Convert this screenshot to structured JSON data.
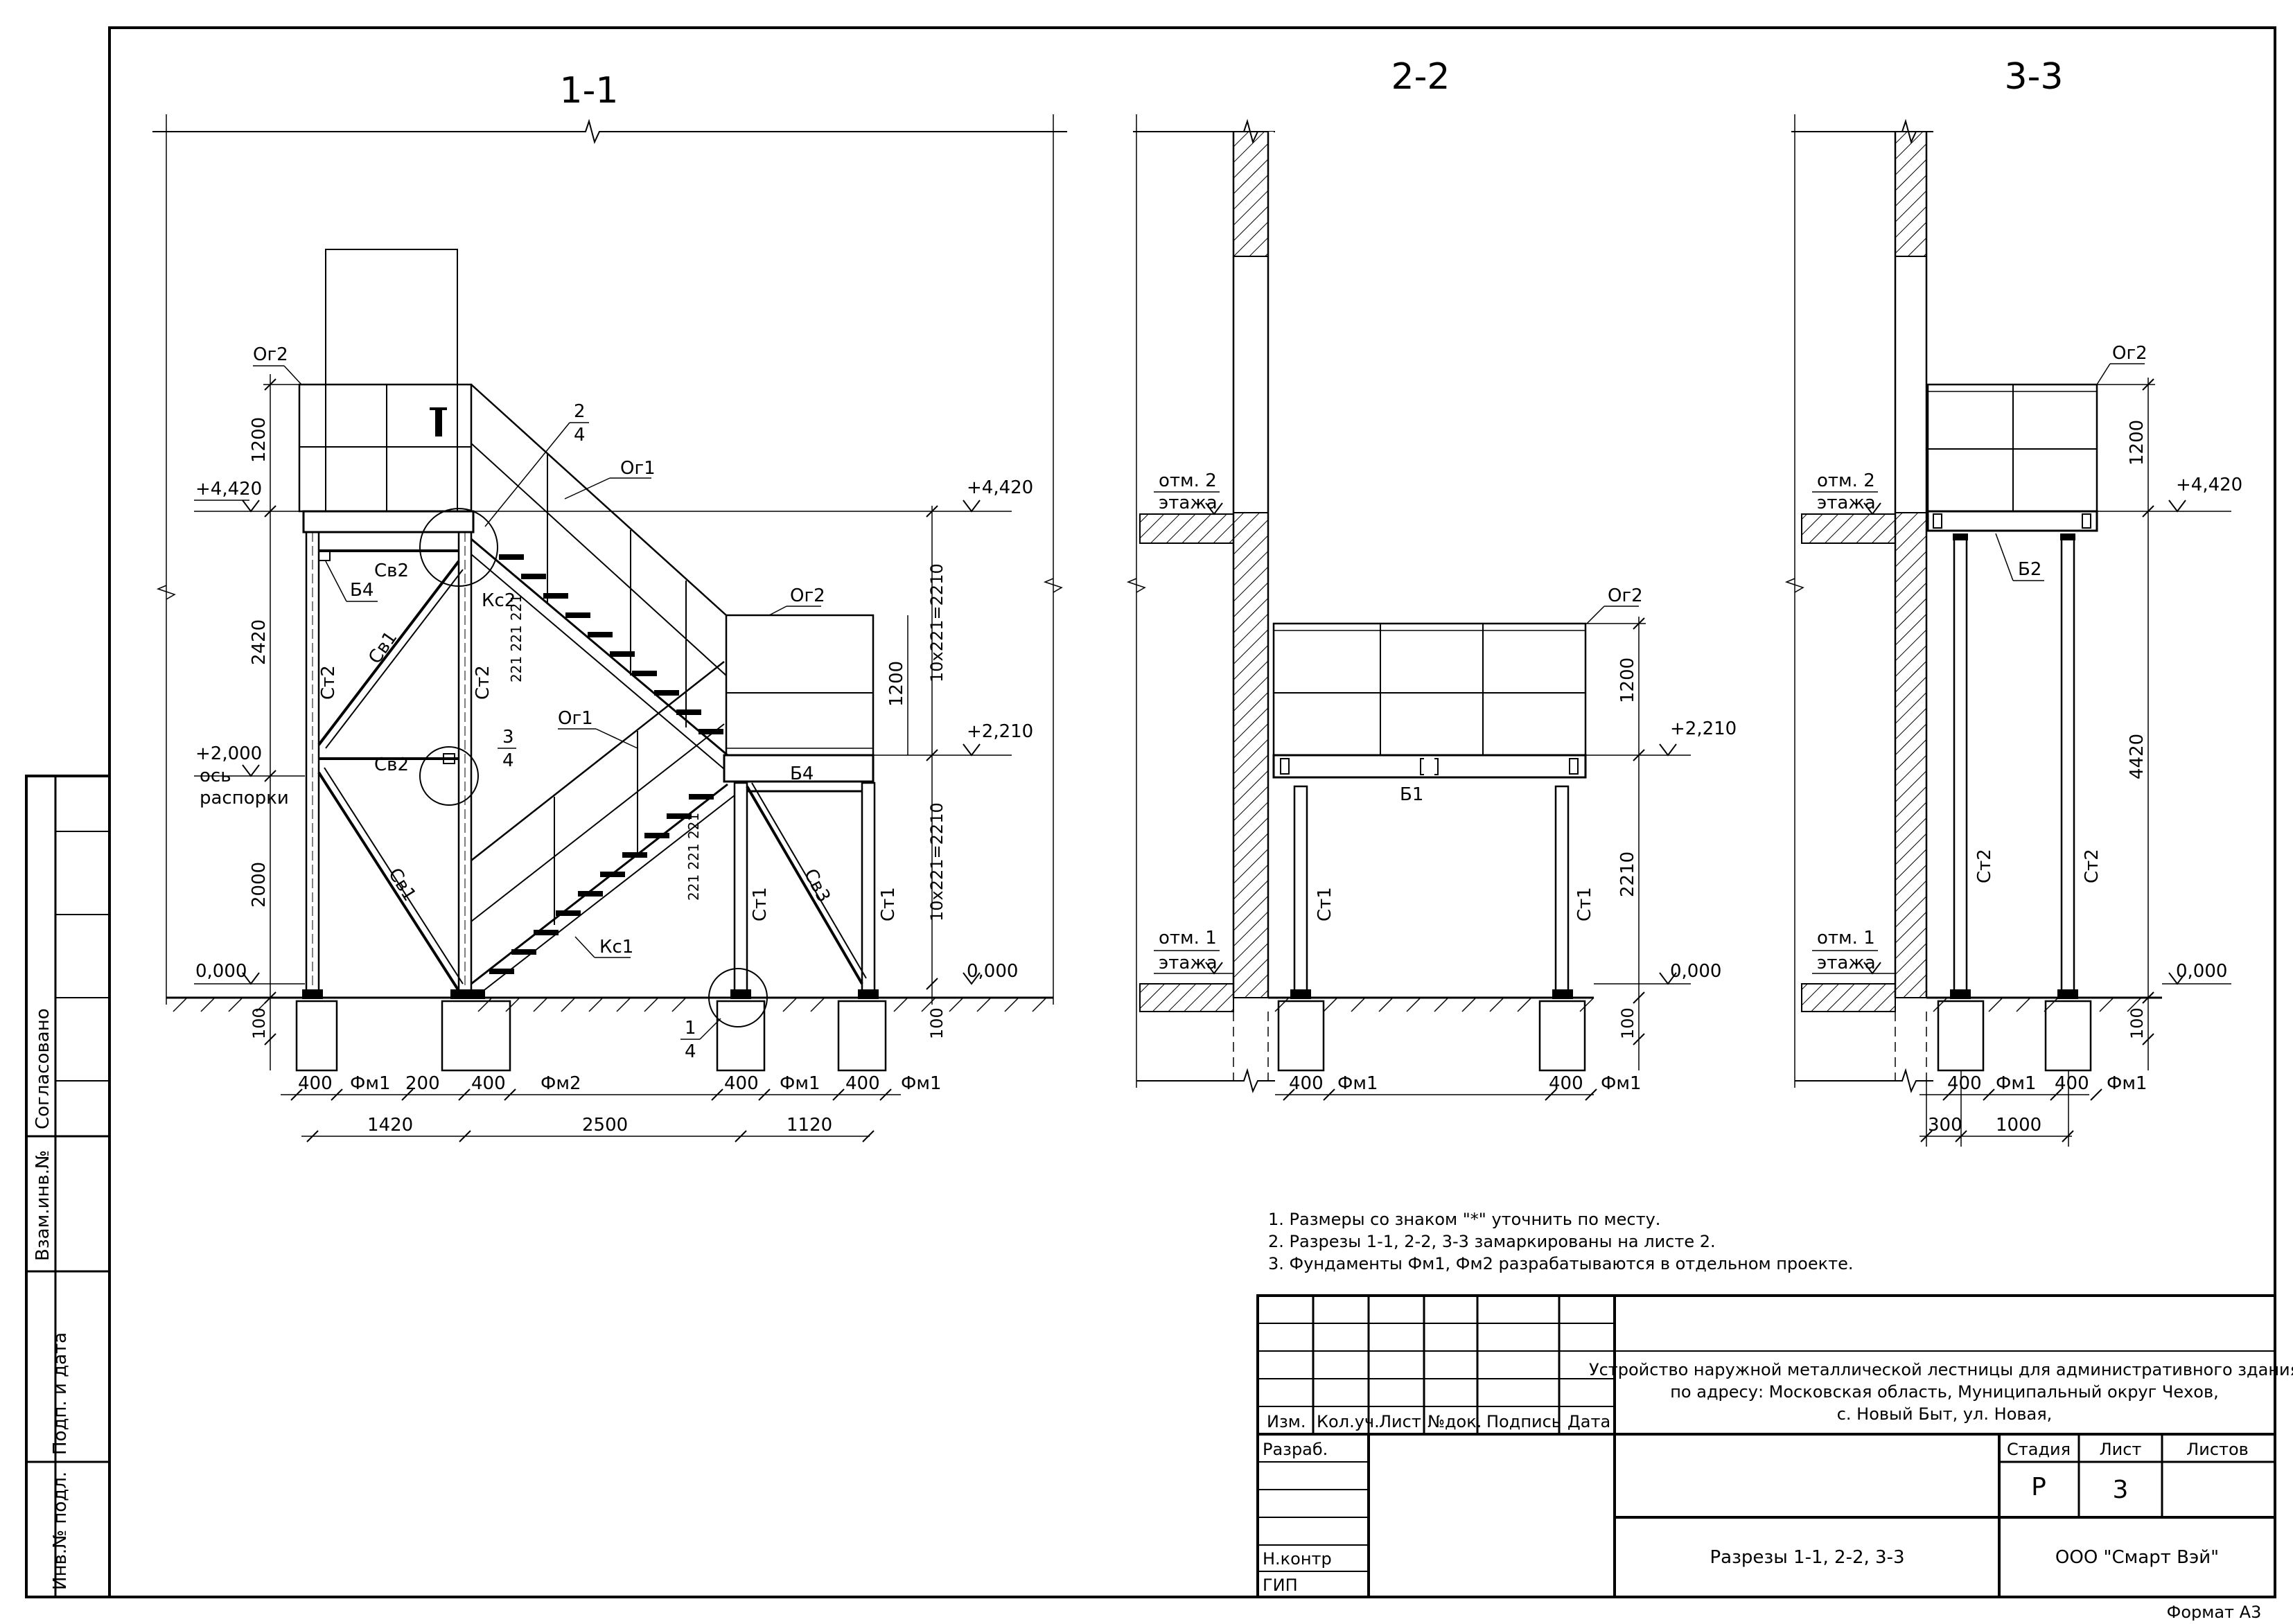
{
  "sections": {
    "s1": "1-1",
    "s2": "2-2",
    "s3": "3-3"
  },
  "elevations": {
    "e4420": "+4,420",
    "e2210": "+2,210",
    "e2000": "+2,000",
    "e0": "0,000",
    "axis_line1": "ось",
    "axis_line2": "распорки",
    "floor2_line1": "отм. 2",
    "floor2_line2": "этажа",
    "floor1_line1": "отм. 1",
    "floor1_line2": "этажа"
  },
  "labels": {
    "og2": "Ог2",
    "og1": "Ог1",
    "b4": "Б4",
    "b1": "Б1",
    "b2": "Б2",
    "sv1": "Св1",
    "sv2": "Св2",
    "sv3": "Св3",
    "st1": "Ст1",
    "st2": "Ст2",
    "ks1": "Кс1",
    "ks2": "Кс2",
    "fm1": "Фм1",
    "fm2": "Фм2",
    "callout_2": "2",
    "callout_3": "3",
    "callout_1": "1",
    "callout_sheet": "4"
  },
  "dimensions": {
    "d1200": "1200",
    "d2420": "2420",
    "d2000": "2000",
    "d100": "100",
    "d400": "400",
    "d200": "200",
    "d1420": "1420",
    "d2500": "2500",
    "d1120": "1120",
    "d2210": "2210",
    "d4420": "4420",
    "d300": "300",
    "d1000": "1000",
    "stairs_upper": "10х221=2210",
    "stairs_lower": "10х221=2210",
    "step_marks": "221 221 221"
  },
  "notes": [
    "1. Размеры со знаком \"*\" уточнить по месту.",
    "2. Разрезы 1-1, 2-2, 3-3 замаркированы на листе 2.",
    "3. Фундаменты Фм1, Фм2 разрабатываются в отдельном проекте."
  ],
  "side_stamp": {
    "agreed": "Согласовано",
    "inv_replace": "Взам.инв.№",
    "sign_date": "Подп. и дата",
    "inv_orig": "Инв.№ подл."
  },
  "title_block": {
    "headers": [
      "Изм.",
      "Кол.уч.",
      "Лист",
      "№док.",
      "Подпись",
      "Дата"
    ],
    "roles": [
      "Разраб.",
      "Н.контр",
      "ГИП"
    ],
    "project_line1": "Устройство наружной металлической лестницы для административного здания",
    "project_line2": "по адресу: Московская область, Муниципальный округ Чехов,",
    "project_line3": "с. Новый Быт, ул. Новая,",
    "stage_label": "Стадия",
    "sheet_label": "Лист",
    "sheets_label": "Листов",
    "stage_value": "Р",
    "sheet_value": "3",
    "drawing_title": "Разрезы 1-1, 2-2, 3-3",
    "company": "ООО \"Смарт Вэй\"",
    "format": "Формат А3"
  }
}
